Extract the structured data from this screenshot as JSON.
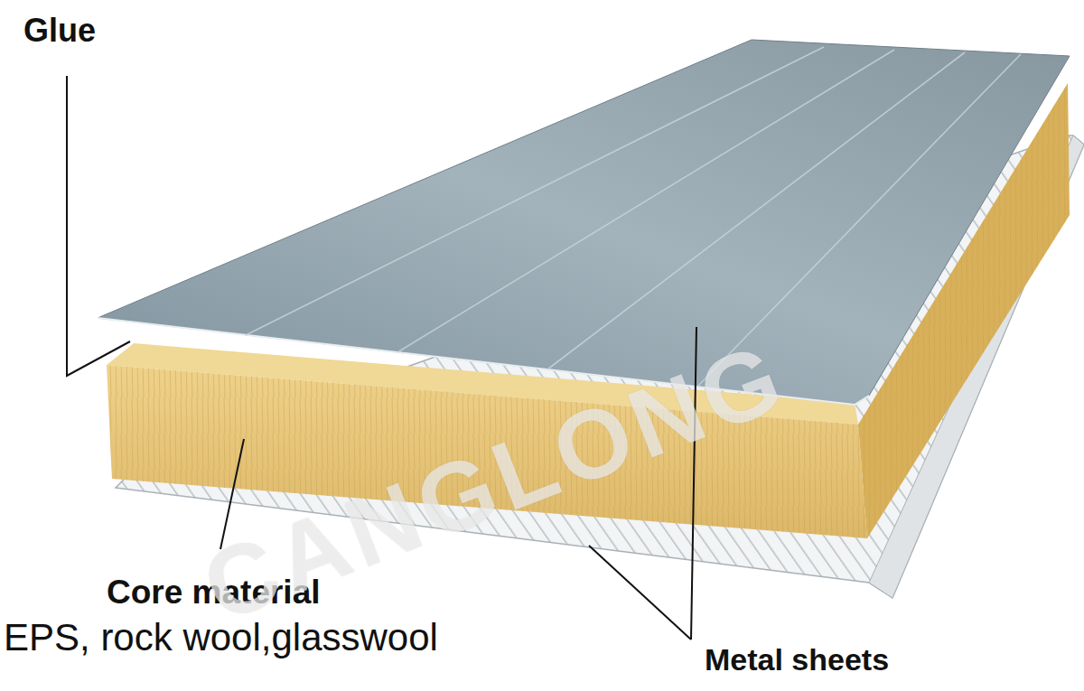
{
  "diagram": {
    "labels": [
      "Glue",
      "Core material",
      "EPS, rock wool,glasswool",
      "Metal sheets",
      "CANGLONG"
    ]
  }
}
